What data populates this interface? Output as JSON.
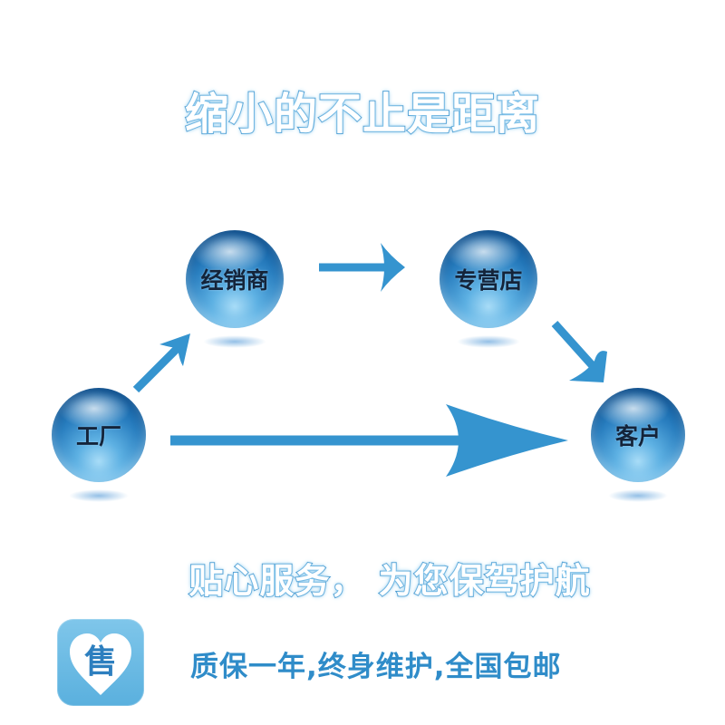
{
  "title": "缩小的不止是距离",
  "subtitle": "贴心服务， 为您保驾护航",
  "nodes": {
    "factory": "工厂",
    "distributor": "经销商",
    "store": "专营店",
    "customer": "客户"
  },
  "edges": [
    {
      "from": "工厂",
      "to": "经销商"
    },
    {
      "from": "经销商",
      "to": "专营店"
    },
    {
      "from": "专营店",
      "to": "客户"
    },
    {
      "from": "工厂",
      "to": "客户"
    }
  ],
  "badge": {
    "char": "售",
    "icon": "heart-icon"
  },
  "guarantee": "质保一年,终身维护,全国包邮",
  "colors": {
    "arrow": "#3594cf",
    "title_stroke": "#3a8fc9",
    "guarantee_text": "#2f8cc9",
    "badge_bg": "#6bbbe4"
  }
}
